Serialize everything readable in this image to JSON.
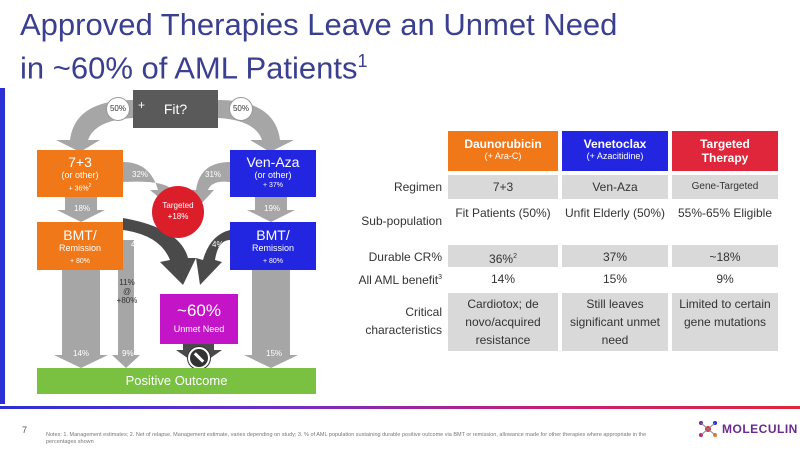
{
  "title": {
    "line1": "Approved Therapies Leave an Unmet Need",
    "line2": "in ~60% of AML Patients",
    "sup": "1"
  },
  "flow": {
    "fit": "Fit?",
    "plus": "+",
    "left_pct": "50%",
    "right_pct": "50%",
    "seven_three": {
      "main": "7+3",
      "sub": "(or other)",
      "val": "+ 36%",
      "val_sup": "2"
    },
    "ven_aza": {
      "main": "Ven-Aza",
      "sub": "(or other)",
      "val": "+ 37%"
    },
    "left_18": "18%",
    "right_19": "19%",
    "mid_32": "32%",
    "mid_31": "31%",
    "targeted": {
      "line1": "Targeted",
      "line2": "+18%"
    },
    "bmt_left": {
      "main": "BMT/",
      "sub": "Remission",
      "val": "+ 80%"
    },
    "bmt_right": {
      "main": "BMT/",
      "sub": "Remission",
      "val": "+ 80%"
    },
    "left_4": "4%",
    "right_4": "4%",
    "mid_11": {
      "l1": "11%",
      "l2": "@",
      "l3": "+80%"
    },
    "unmet": {
      "main": "~60%",
      "sub": "Unmet Need"
    },
    "b14": "14%",
    "b9": "9%",
    "b15": "15%",
    "positive": "Positive Outcome",
    "no_icon": "no-entry-icon"
  },
  "table": {
    "columns": [
      {
        "name": "Daunorubicin",
        "sub": "(+ Ara-C)",
        "color": "#f07818"
      },
      {
        "name": "Venetoclax",
        "sub": "(+ Azacitidine)",
        "color": "#2226e0"
      },
      {
        "name": "Targeted",
        "sub": "Therapy",
        "color": "#e0263a"
      }
    ],
    "rows": [
      {
        "label": "Regimen",
        "cells": [
          "7+3",
          "Ven-Aza",
          "Gene-Targeted"
        ]
      },
      {
        "label": "Sub-population",
        "cells": [
          "Fit Patients (50%)",
          "Unfit Elderly (50%)",
          "55%-65% Eligible"
        ]
      },
      {
        "label": "Durable CR%",
        "cells": [
          "36%",
          "37%",
          "~18%"
        ],
        "sup0": "2"
      },
      {
        "label": "All AML benefit",
        "label_sup": "3",
        "cells": [
          "14%",
          "15%",
          "9%"
        ]
      },
      {
        "label": "Critical characteristics",
        "cells": [
          "Cardiotox; de novo/acquired resistance",
          "Still leaves significant unmet need",
          "Limited to certain gene mutations"
        ]
      }
    ]
  },
  "footer": {
    "page": "7",
    "notes": "Notes: 1. Management estimates; 2. Net of relapse, Management estimate, varies depending on study; 3. % of AML population sustaining durable positive outcome via BMT or remission, allowance made for other therapies where appropriate in the percentages shown",
    "logo": "MOLECULIN"
  }
}
